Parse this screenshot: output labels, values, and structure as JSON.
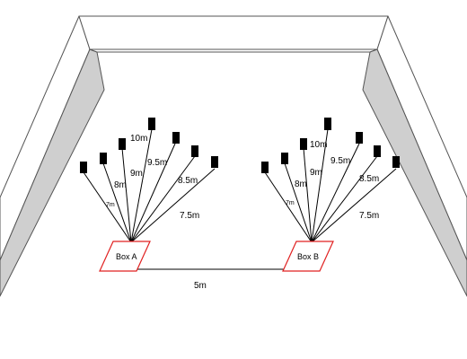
{
  "boxes": [
    {
      "label": "Box A",
      "border_color": "#e02020"
    },
    {
      "label": "Box B",
      "border_color": "#e02020"
    }
  ],
  "distances": [
    "7m",
    "8m",
    "9m",
    "10m",
    "9.5m",
    "8.5m",
    "7.5m"
  ],
  "separation": "5m",
  "colors": {
    "wall_face": "#cfcfcf",
    "wall_top": "#ffffff",
    "outline": "#555555",
    "marker": "#000000"
  }
}
